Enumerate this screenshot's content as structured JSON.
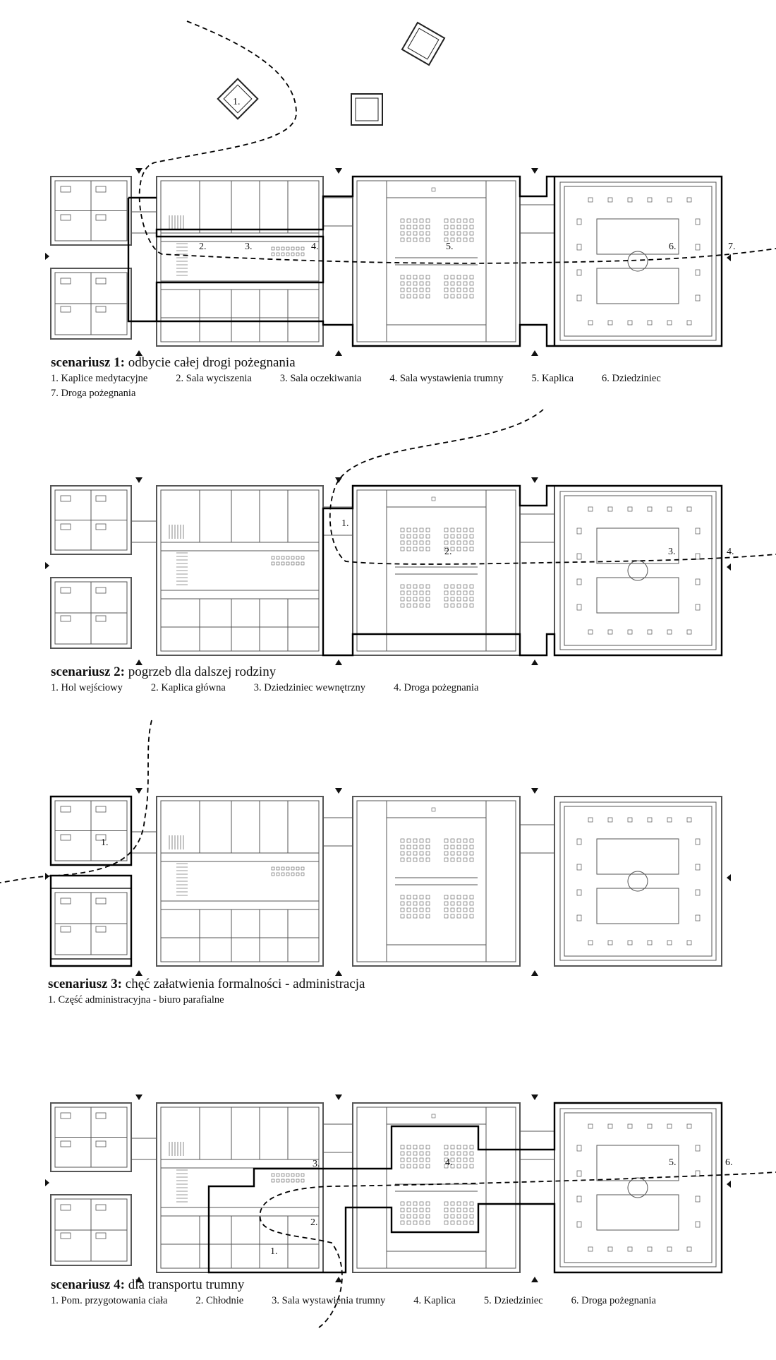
{
  "scenarios": [
    {
      "title_bold": "scenariusz 1:",
      "title_rest": " odbycie całej drogi pożegnania",
      "legend": [
        "1. Kaplice medytacyjne",
        "2. Sala wyciszenia",
        "3. Sala oczekiwania",
        "4. Sala wystawienia trumny",
        "5. Kaplica",
        "6. Dziedziniec",
        "7. Droga pożegnania"
      ],
      "plan_labels": [
        "1.",
        "2.",
        "3.",
        "4.",
        "5.",
        "6.",
        "7."
      ]
    },
    {
      "title_bold": "scenariusz 2:",
      "title_rest": " pogrzeb dla dalszej rodziny",
      "legend": [
        "1. Hol wejściowy",
        "2. Kaplica główna",
        "3. Dziedziniec wewnętrzny",
        "4. Droga pożegnania"
      ],
      "plan_labels": [
        "1.",
        "2.",
        "3.",
        "4."
      ]
    },
    {
      "title_bold": "scenariusz 3:",
      "title_rest": " chęć załatwienia formalności - administracja",
      "legend": [
        "1. Część administracyjna - biuro parafialne"
      ],
      "plan_labels": [
        "1."
      ]
    },
    {
      "title_bold": "scenariusz 4:",
      "title_rest": " dla transportu trumny",
      "legend": [
        "1. Pom. przygotowania ciała",
        "2. Chłodnie",
        "3. Sala wystawienia trumny",
        "4. Kaplica",
        "5. Dziedziniec",
        "6. Droga pożegnania"
      ],
      "plan_labels": [
        "1.",
        "2.",
        "3.",
        "4.",
        "5.",
        "6."
      ]
    }
  ]
}
